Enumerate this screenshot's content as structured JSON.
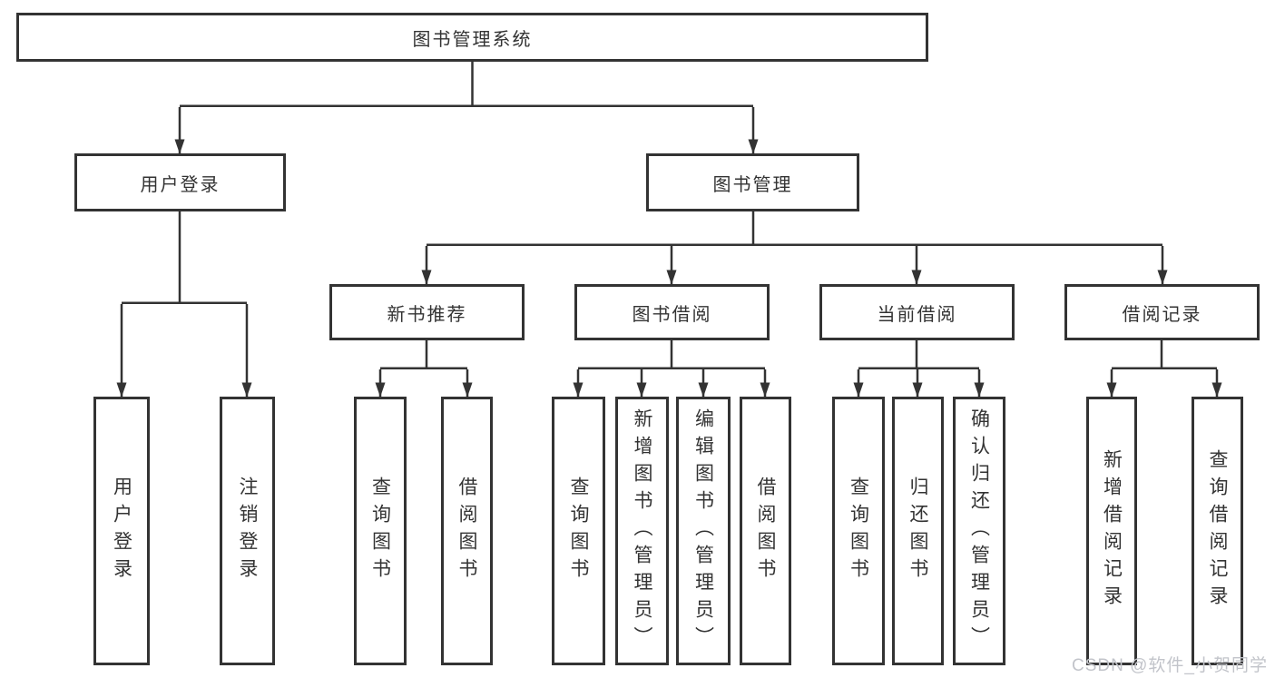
{
  "diagram": {
    "root": {
      "label": "图书管理系统"
    },
    "branches": [
      {
        "label": "用户登录",
        "children": [
          {
            "label": "用户登录"
          },
          {
            "label": "注销登录"
          }
        ]
      },
      {
        "label": "图书管理",
        "children": [
          {
            "label": "新书推荐",
            "children": [
              {
                "label": "查询图书"
              },
              {
                "label": "借阅图书"
              }
            ]
          },
          {
            "label": "图书借阅",
            "children": [
              {
                "label": "查询图书"
              },
              {
                "label": "新增图书（管理员）"
              },
              {
                "label": "编辑图书（管理员）"
              },
              {
                "label": "借阅图书"
              }
            ]
          },
          {
            "label": "当前借阅",
            "children": [
              {
                "label": "查询图书"
              },
              {
                "label": "归还图书"
              },
              {
                "label": "确认归还（管理员）"
              }
            ]
          },
          {
            "label": "借阅记录",
            "children": [
              {
                "label": "新增借阅记录"
              },
              {
                "label": "查询借阅记录"
              }
            ]
          }
        ]
      }
    ],
    "watermark": "CSDN @软件_小贺同学",
    "colors": {
      "line": "#333333",
      "border": "#333333",
      "background": "#ffffff",
      "text": "#333333",
      "watermark": "#c2c4ca"
    }
  }
}
